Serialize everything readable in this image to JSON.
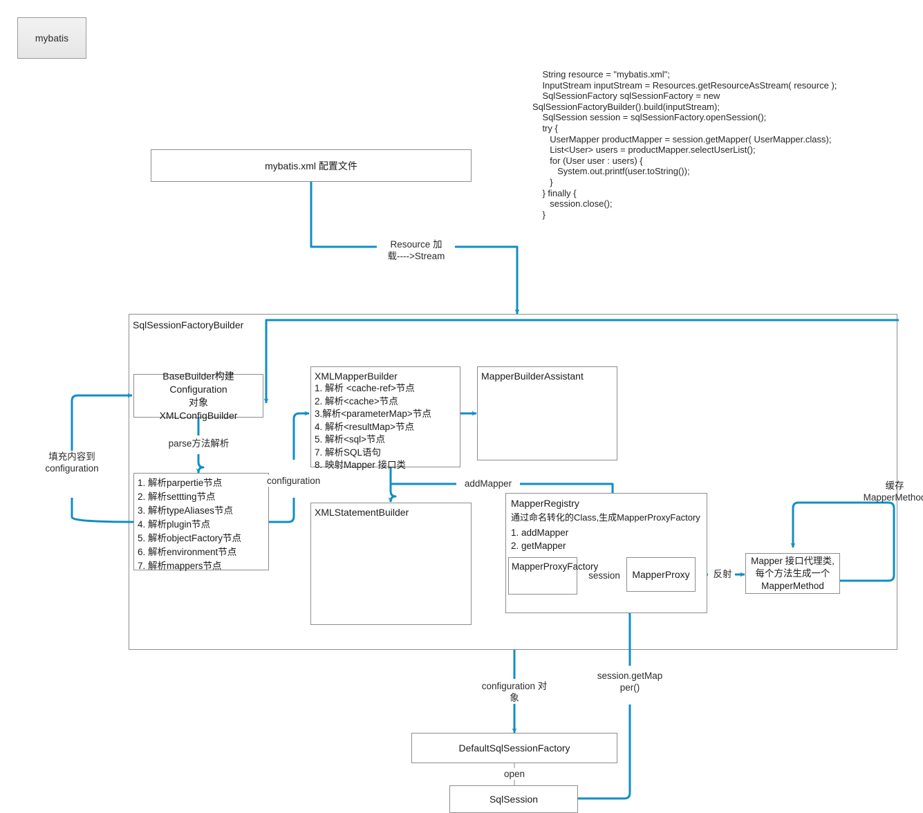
{
  "tab": {
    "label": "mybatis"
  },
  "code_snippet": {
    "name": "usage-code-snippet",
    "lines": [
      "    String resource = \"mybatis.xml\";",
      "    InputStream inputStream = Resources.getResourceAsStream( resource );",
      "    SqlSessionFactory sqlSessionFactory = new",
      "SqlSessionFactoryBuilder().build(inputStream);",
      "    SqlSession session = sqlSessionFactory.openSession();",
      "    try {",
      "       UserMapper productMapper = session.getMapper( UserMapper.class);",
      "       List<User> users = productMapper.selectUserList();",
      "       for (User user : users) {",
      "          System.out.printf(user.toString());",
      "       }",
      "    } finally {",
      "       session.close();",
      "    }"
    ]
  },
  "boxes": {
    "mybatis_xml": {
      "label": "mybatis.xml 配置文件"
    },
    "factory_builder_container": {
      "title": "SqlSessionFactoryBuilder"
    },
    "base_builder": {
      "lines": [
        "BaseBuilder构建Configuration",
        "对象",
        "XMLConfigBuilder"
      ]
    },
    "parse_list": {
      "items": [
        "1. 解析parpertie节点",
        "2. 解析settting节点",
        "3. 解析typeAliases节点",
        "4. 解析plugin节点",
        "5. 解析objectFactory节点",
        "6. 解析environment节点",
        "7. 解析mappers节点"
      ]
    },
    "xml_mapper_builder": {
      "title": "XMLMapperBuilder",
      "items": [
        "1. 解析 <cache-ref>节点",
        "2. 解析<cache>节点",
        "3.解析<parameterMap>节点",
        "4. 解析<resultMap>节点",
        "5. 解析<sql>节点",
        "7. 解析SQL语句",
        "8. 映射Mapper 接口类"
      ]
    },
    "mapper_builder_assistant": {
      "title": "MapperBuilderAssistant"
    },
    "xml_statement_builder": {
      "title": "XMLStatementBuilder"
    },
    "mapper_registry": {
      "title": "MapperRegistry",
      "subtitle": "通过命名转化的Class,生成MapperProxyFactory",
      "items": [
        "1. addMapper",
        "2. getMapper"
      ],
      "proxy_factory": "MapperProxyFactory",
      "proxy": "MapperProxy",
      "session_label": "session"
    },
    "mapper_proxy_class": {
      "lines": [
        "Mapper 接口代理类,",
        "每个方法生成一个",
        "MapperMethod"
      ]
    },
    "default_sql_session_factory": {
      "label": "DefaultSqlSessionFactory"
    },
    "sql_session": {
      "label": "SqlSession"
    }
  },
  "edge_labels": {
    "resource_load": "Resource 加\n载---->Stream",
    "fill_configuration": "填充内容到\nconfiguration",
    "parse_method": "parse方法解析",
    "configuration": "configuration",
    "add_mapper": "addMapper",
    "reflection": "反射",
    "cache_mapper_method": "缓存\nMapperMethod",
    "configuration_object": "configuration 对\n象",
    "session_get_mapper": "session.getMap\nper()",
    "open": "open"
  },
  "colors": {
    "wire": "#0f8ec6",
    "box_border": "#8c8c8c",
    "text": "#1a1a1a",
    "background": "#ffffff"
  }
}
